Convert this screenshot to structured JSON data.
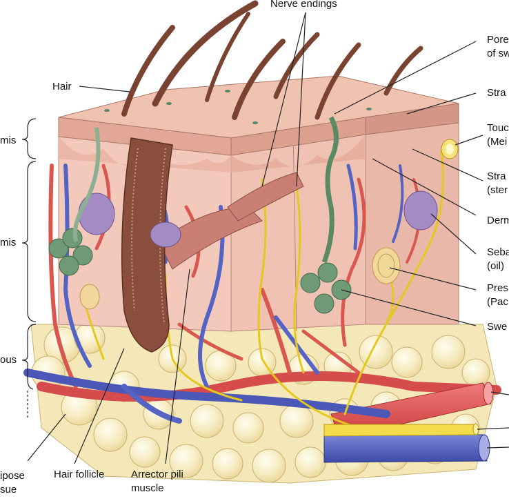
{
  "labels": {
    "nerve_endings": "Nerve endings",
    "hair": "Hair",
    "pore_1": "Pore",
    "pore_2": "of sw",
    "stratum_top": "Stra",
    "touch_1": "Touc",
    "touch_2": "(Mei",
    "stratum_2_1": "Stra",
    "stratum_2_2": "(ster",
    "dermal": "Derm",
    "sebaceous_1": "Seba",
    "sebaceous_2": "(oil)",
    "pressure_1": "Pres",
    "pressure_2": "(Pac",
    "sweat": "Swe",
    "epidermis": "mis",
    "dermis": "mis",
    "subcutaneous": "ous",
    "adipose_1": "ipose",
    "adipose_2": "sue",
    "hair_follicle": "Hair follicle",
    "arrector_1": "Arrector pili",
    "arrector_2": "muscle"
  }
}
